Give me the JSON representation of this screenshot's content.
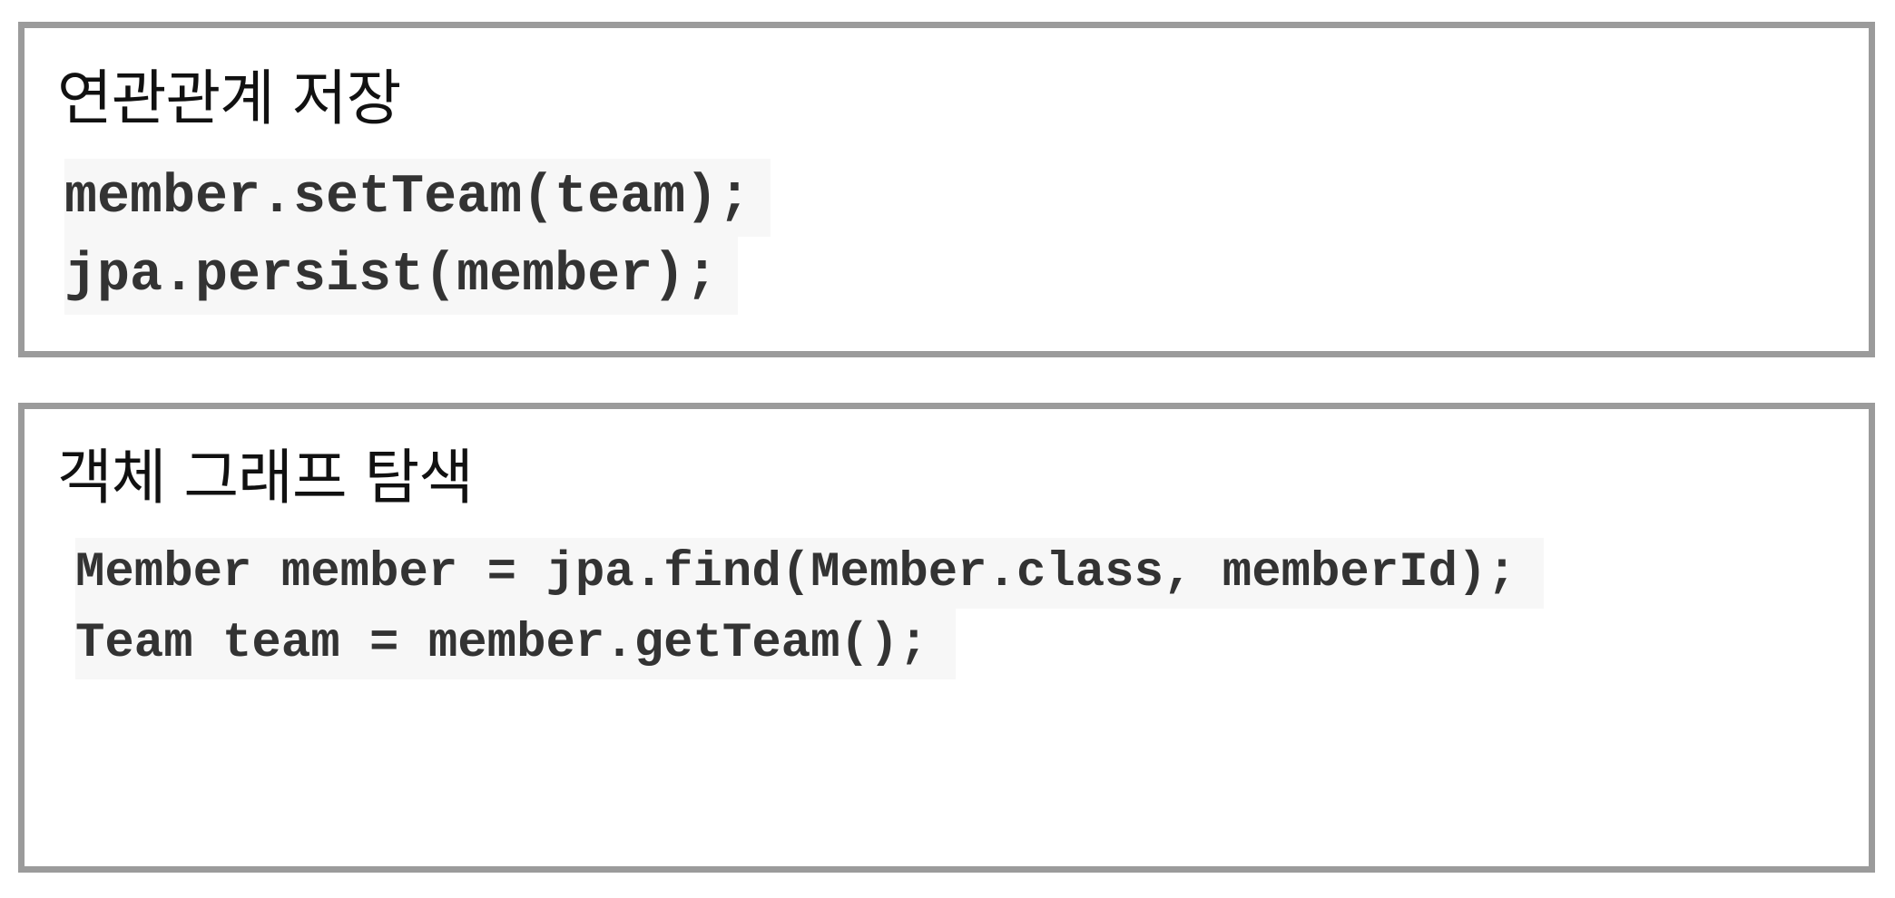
{
  "panels": [
    {
      "title": "연관관계 저장",
      "code_lines": [
        "member.setTeam(team);",
        "jpa.persist(member);"
      ]
    },
    {
      "title": "객체 그래프 탐색",
      "code_lines": [
        "Member member = jpa.find(Member.class, memberId);",
        "Team team = member.getTeam();"
      ]
    }
  ]
}
